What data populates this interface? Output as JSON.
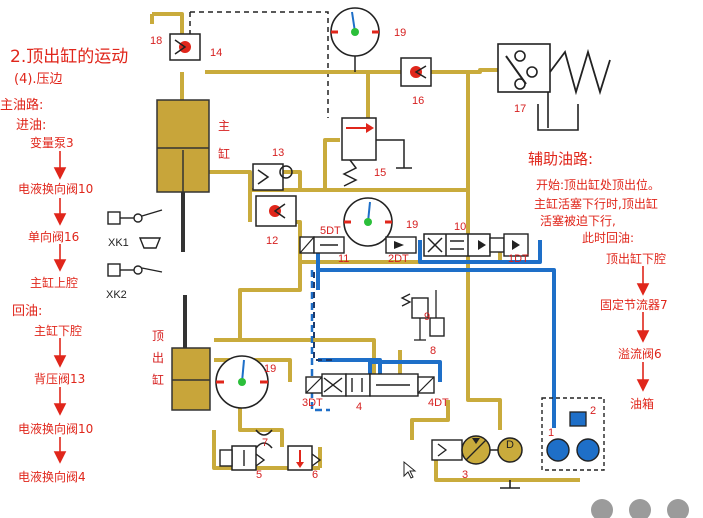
{
  "title": "2.顶出缸的运动",
  "subtitle": "(4).压边",
  "left_panel": {
    "main_circuit_label": "主油路:",
    "inlet_label": "进油:",
    "inlet_steps": [
      "变量泵3",
      "电液换向阀10",
      "单向阀16",
      "主缸上腔"
    ],
    "return_label": "回油:",
    "return_steps": [
      "主缸下腔",
      "背压阀13",
      "电液换向阀10",
      "电液换向阀4"
    ]
  },
  "right_panel": {
    "aux_label": "辅助油路:",
    "desc": [
      "开始:顶出缸处顶出位。",
      "主缸活塞下行时,顶出缸",
      "活塞被迫下行,",
      "此时回油:"
    ],
    "steps": [
      "顶出缸下腔",
      "固定节流器7",
      "溢流阀6",
      "油箱"
    ]
  },
  "diagram": {
    "main_cylinder_label": [
      "主",
      "缸"
    ],
    "ejector_cylinder_label": [
      "顶",
      "出",
      "缸"
    ],
    "numbers": [
      "18",
      "14",
      "19",
      "16",
      "17",
      "13",
      "15",
      "12",
      "19",
      "10",
      "11",
      "9",
      "8",
      "19",
      "7",
      "4",
      "5",
      "6",
      "3",
      "1",
      "2"
    ],
    "solenoids": [
      "5DT",
      "2DT",
      "1DT",
      "3DT",
      "4DT"
    ],
    "switches": [
      "XK1",
      "XK2"
    ],
    "motor_label": "D"
  },
  "colors": {
    "text_red": "#e0261b",
    "pipe_yellow": "#c9ab3c",
    "pipe_blue": "#1e6fc8",
    "cylinder": "#c8a53a"
  }
}
